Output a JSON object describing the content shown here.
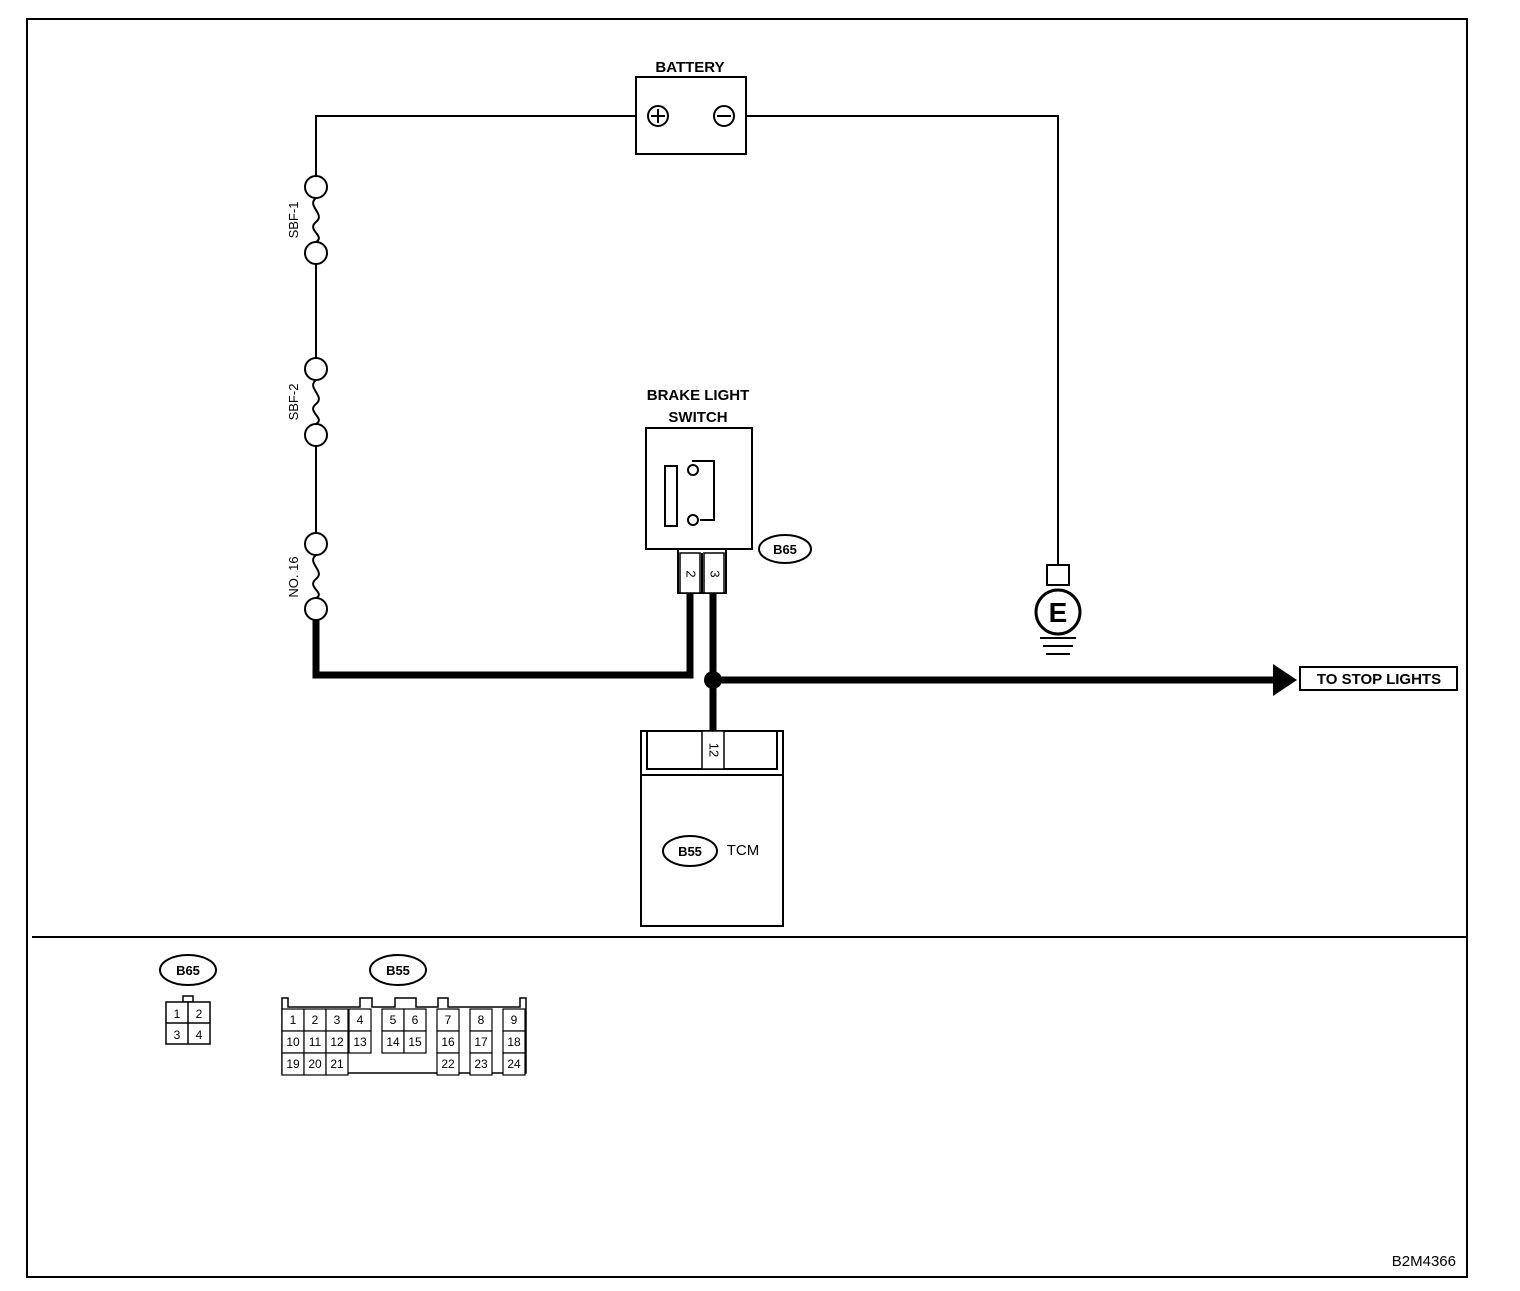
{
  "battery": {
    "label": "BATTERY",
    "positive_symbol": "plus-terminal",
    "negative_symbol": "minus-terminal"
  },
  "fuses": [
    {
      "label": "SBF-1"
    },
    {
      "label": "SBF-2"
    },
    {
      "label": "NO. 16"
    }
  ],
  "brake_switch": {
    "label_line1": "BRAKE LIGHT",
    "label_line2": "SWITCH",
    "connector": "B65",
    "pins": [
      "2",
      "3"
    ]
  },
  "ground": {
    "label": "E"
  },
  "stop_lights": {
    "label": "TO STOP LIGHTS"
  },
  "tcm": {
    "connector": "B55",
    "label": "TCM",
    "pin": "12"
  },
  "connector_views": {
    "b65": {
      "label": "B65",
      "pins": [
        "1",
        "2",
        "3",
        "4"
      ]
    },
    "b55": {
      "label": "B55",
      "pins": [
        "1",
        "2",
        "3",
        "4",
        "5",
        "6",
        "7",
        "8",
        "9",
        "10",
        "11",
        "12",
        "13",
        "14",
        "15",
        "16",
        "17",
        "18",
        "19",
        "20",
        "21",
        "22",
        "23",
        "24"
      ]
    }
  },
  "figure_code": "B2M4366"
}
